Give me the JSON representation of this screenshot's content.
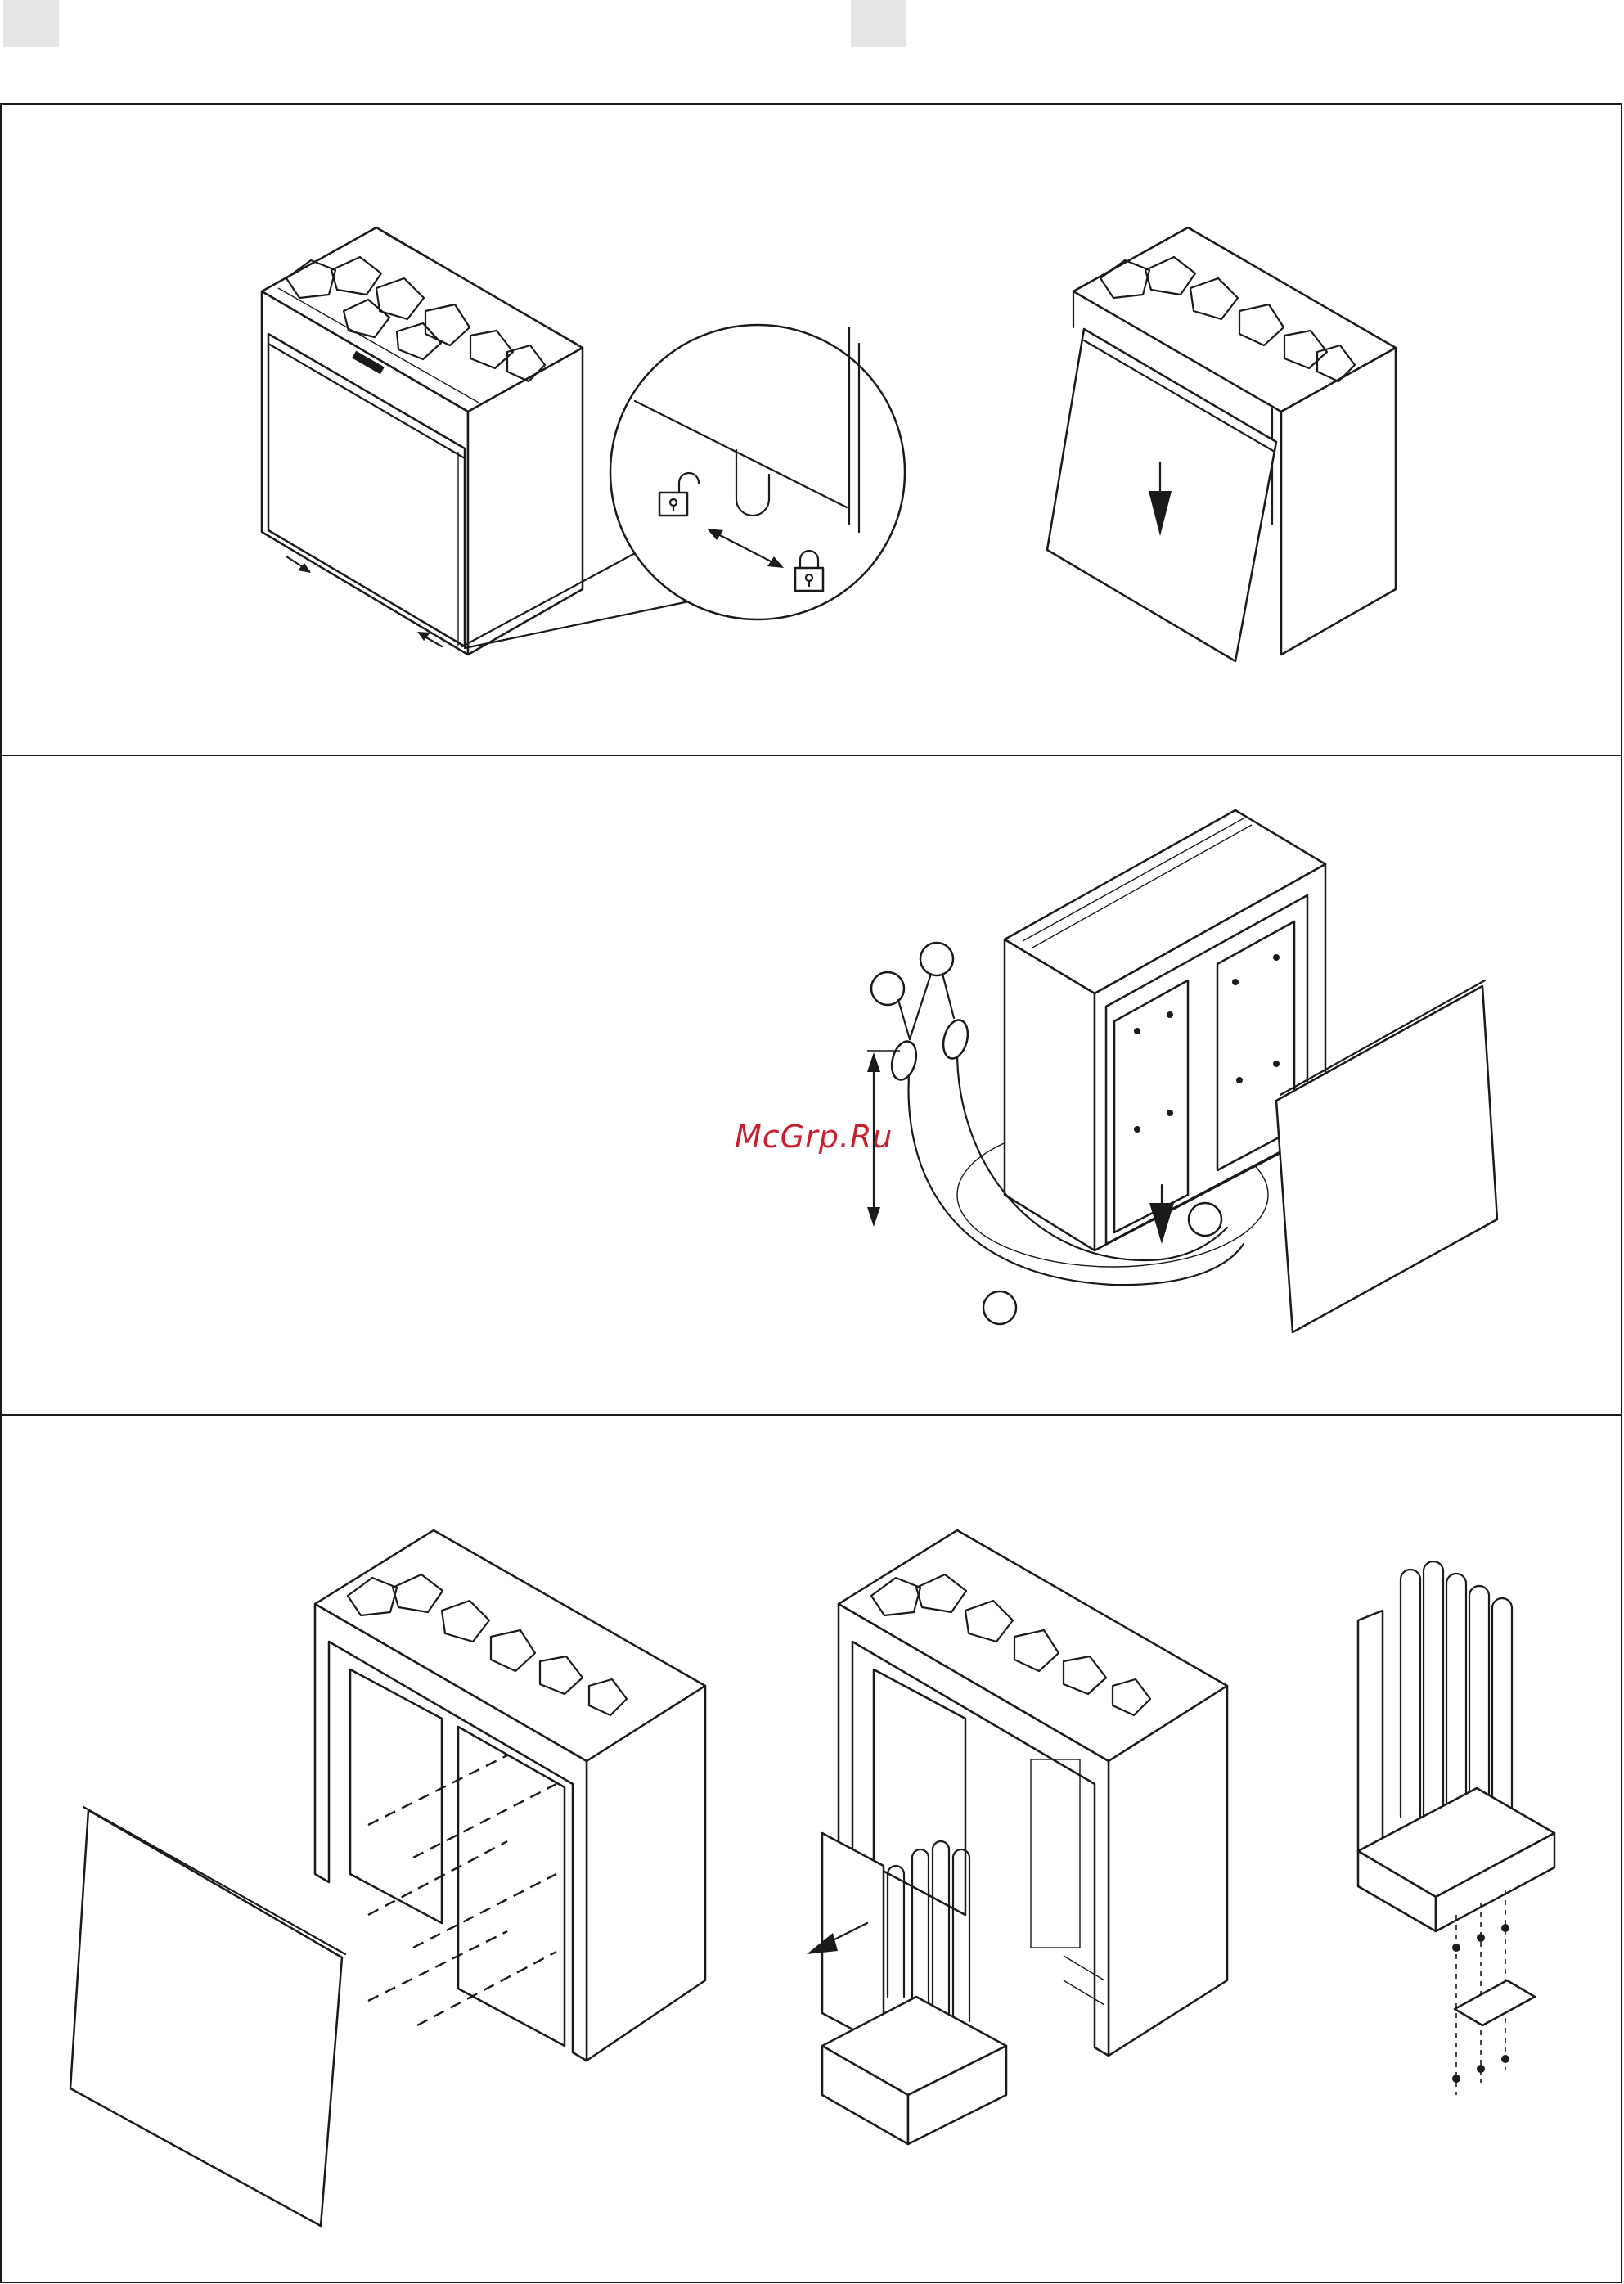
{
  "page": {
    "watermark": "McGrp.Ru"
  },
  "panels": [
    {
      "id": "panel-1",
      "figures": [
        "heater-front-panel-closed",
        "lock-detail-magnifier",
        "heater-front-panel-removed"
      ]
    },
    {
      "id": "panel-2",
      "figures": [
        "heater-open-with-sensors"
      ]
    },
    {
      "id": "panel-3",
      "figures": [
        "heater-panel-screws-removed",
        "heating-element-assembly-pulled-out",
        "heating-element-unit-detail"
      ]
    }
  ],
  "icons": [
    "unlock-icon",
    "lock-icon",
    "double-arrow-icon",
    "down-arrow-icon"
  ],
  "colors": {
    "line": "#1a1a1a",
    "tab": "#e6e6e6",
    "watermark": "#c8202c"
  }
}
